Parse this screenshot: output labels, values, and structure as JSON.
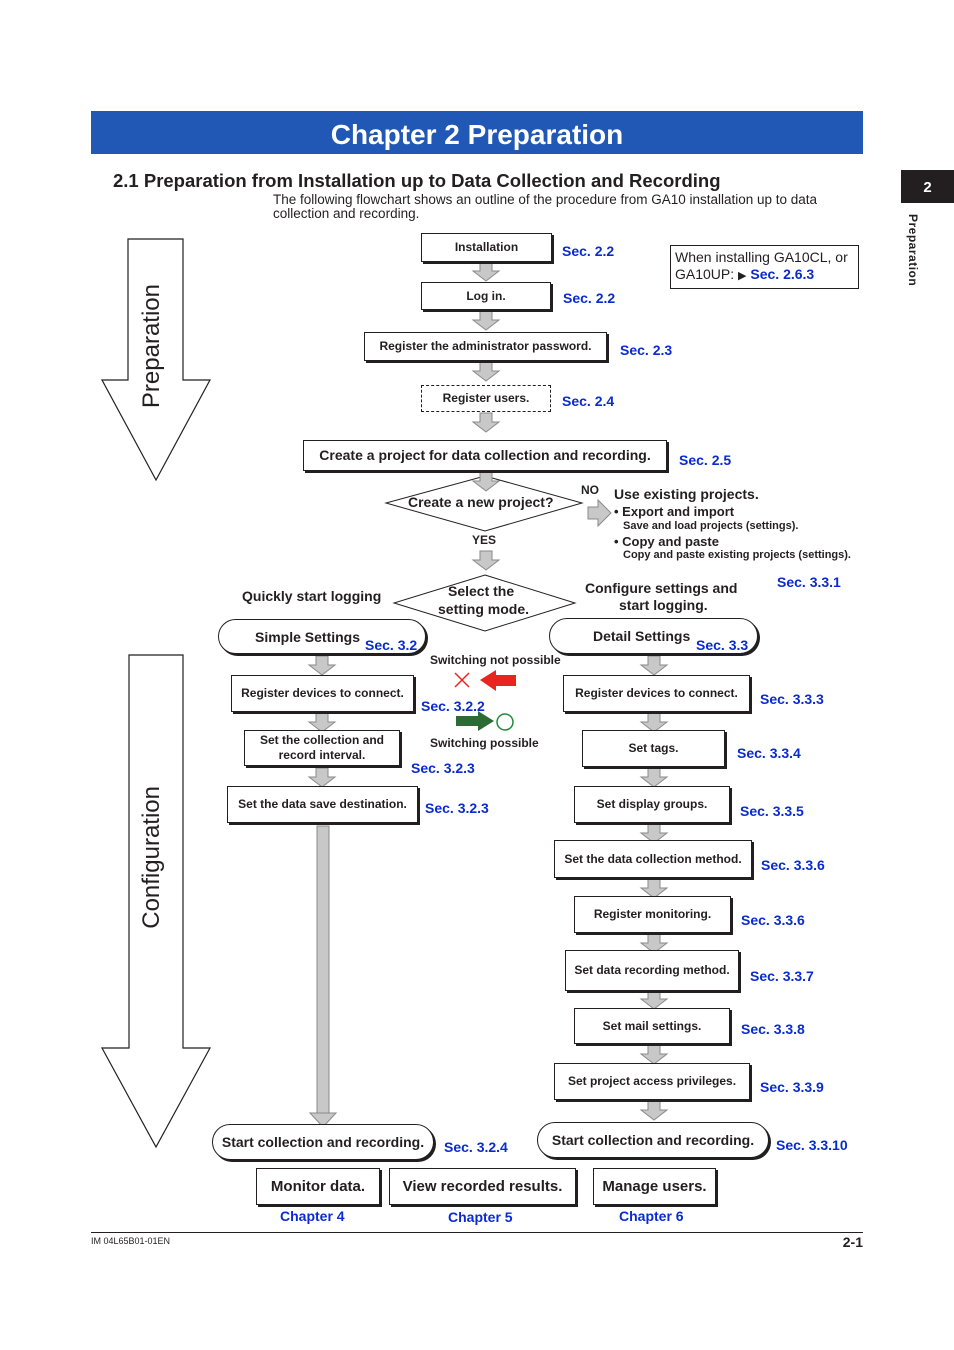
{
  "header": {
    "chapter_title": "Chapter 2  Preparation",
    "tab_number": "2",
    "tab_label": "Preparation"
  },
  "section": {
    "heading": "2.1  Preparation from Installation up to Data Collection and Recording",
    "intro": "The following flowchart shows an outline of the procedure from GA10 installation up to data collection and recording."
  },
  "phases": {
    "preparation": "Preparation",
    "configuration": "Configuration"
  },
  "note": {
    "line1": "When installing GA10CL, or",
    "line2_prefix": "GA10UP:",
    "line2_ref": "Sec. 2.6.3"
  },
  "steps": {
    "installation": "Installation",
    "installation_ref": "Sec. 2.2",
    "login": "Log in.",
    "login_ref": "Sec. 2.2",
    "admin_password": "Register the administrator password.",
    "admin_password_ref": "Sec. 2.3",
    "register_users": "Register users.",
    "register_users_ref": "Sec. 2.4",
    "create_project": "Create a project for data collection and recording.",
    "create_project_ref": "Sec. 2.5",
    "new_project_q": "Create a new project?",
    "no": "NO",
    "yes": "YES",
    "existing_title": "Use existing projects.",
    "existing_export": "• Export and import",
    "existing_export_sub": "Save and load projects (settings).",
    "existing_copy": "• Copy and paste",
    "existing_copy_sub": "Copy and paste existing projects (settings).",
    "mode_q_line1": "Select the",
    "mode_q_line2": "setting mode.",
    "quick": "Quickly start logging",
    "configure_line1": "Configure settings and",
    "configure_line2": "start logging.",
    "configure_ref": "Sec. 3.3.1"
  },
  "simple": {
    "title": "Simple Settings",
    "title_ref": "Sec. 3.2",
    "devices": "Register devices to connect.",
    "devices_ref": "Sec. 3.2.2",
    "interval_line1": "Set the collection and",
    "interval_line2": "record interval.",
    "interval_ref": "Sec. 3.2.3",
    "save_dest": "Set the data save destination.",
    "save_dest_ref": "Sec. 3.2.3",
    "start": "Start collection and recording.",
    "start_ref": "Sec. 3.2.4"
  },
  "switching": {
    "not_possible": "Switching not possible",
    "possible": "Switching possible"
  },
  "detail": {
    "title": "Detail Settings",
    "title_ref": "Sec. 3.3",
    "devices": "Register devices to connect.",
    "devices_ref": "Sec. 3.3.3",
    "tags": "Set tags.",
    "tags_ref": "Sec. 3.3.4",
    "display_groups": "Set display groups.",
    "display_groups_ref": "Sec. 3.3.5",
    "collection_method": "Set the data collection method.",
    "collection_method_ref": "Sec. 3.3.6",
    "monitoring": "Register monitoring.",
    "monitoring_ref": "Sec. 3.3.6",
    "recording_method": "Set data recording method.",
    "recording_method_ref": "Sec. 3.3.7",
    "mail": "Set mail settings.",
    "mail_ref": "Sec. 3.3.8",
    "access": "Set project access privileges.",
    "access_ref": "Sec. 3.3.9",
    "start": "Start collection and recording.",
    "start_ref": "Sec. 3.3.10"
  },
  "outcomes": {
    "monitor": "Monitor data.",
    "monitor_ref": "Chapter 4",
    "view": "View recorded results.",
    "view_ref": "Chapter 5",
    "manage": "Manage users.",
    "manage_ref": "Chapter 6"
  },
  "footer": {
    "doc_id": "IM 04L65B01-01EN",
    "page": "2-1"
  },
  "colors": {
    "banner": "#2258b5",
    "link": "#0a2bcf",
    "cross": "#e8251f",
    "ok": "#1f8a3a",
    "ok_arrow": "#2e6b34",
    "arrow_fill": "#c8c8c8"
  }
}
